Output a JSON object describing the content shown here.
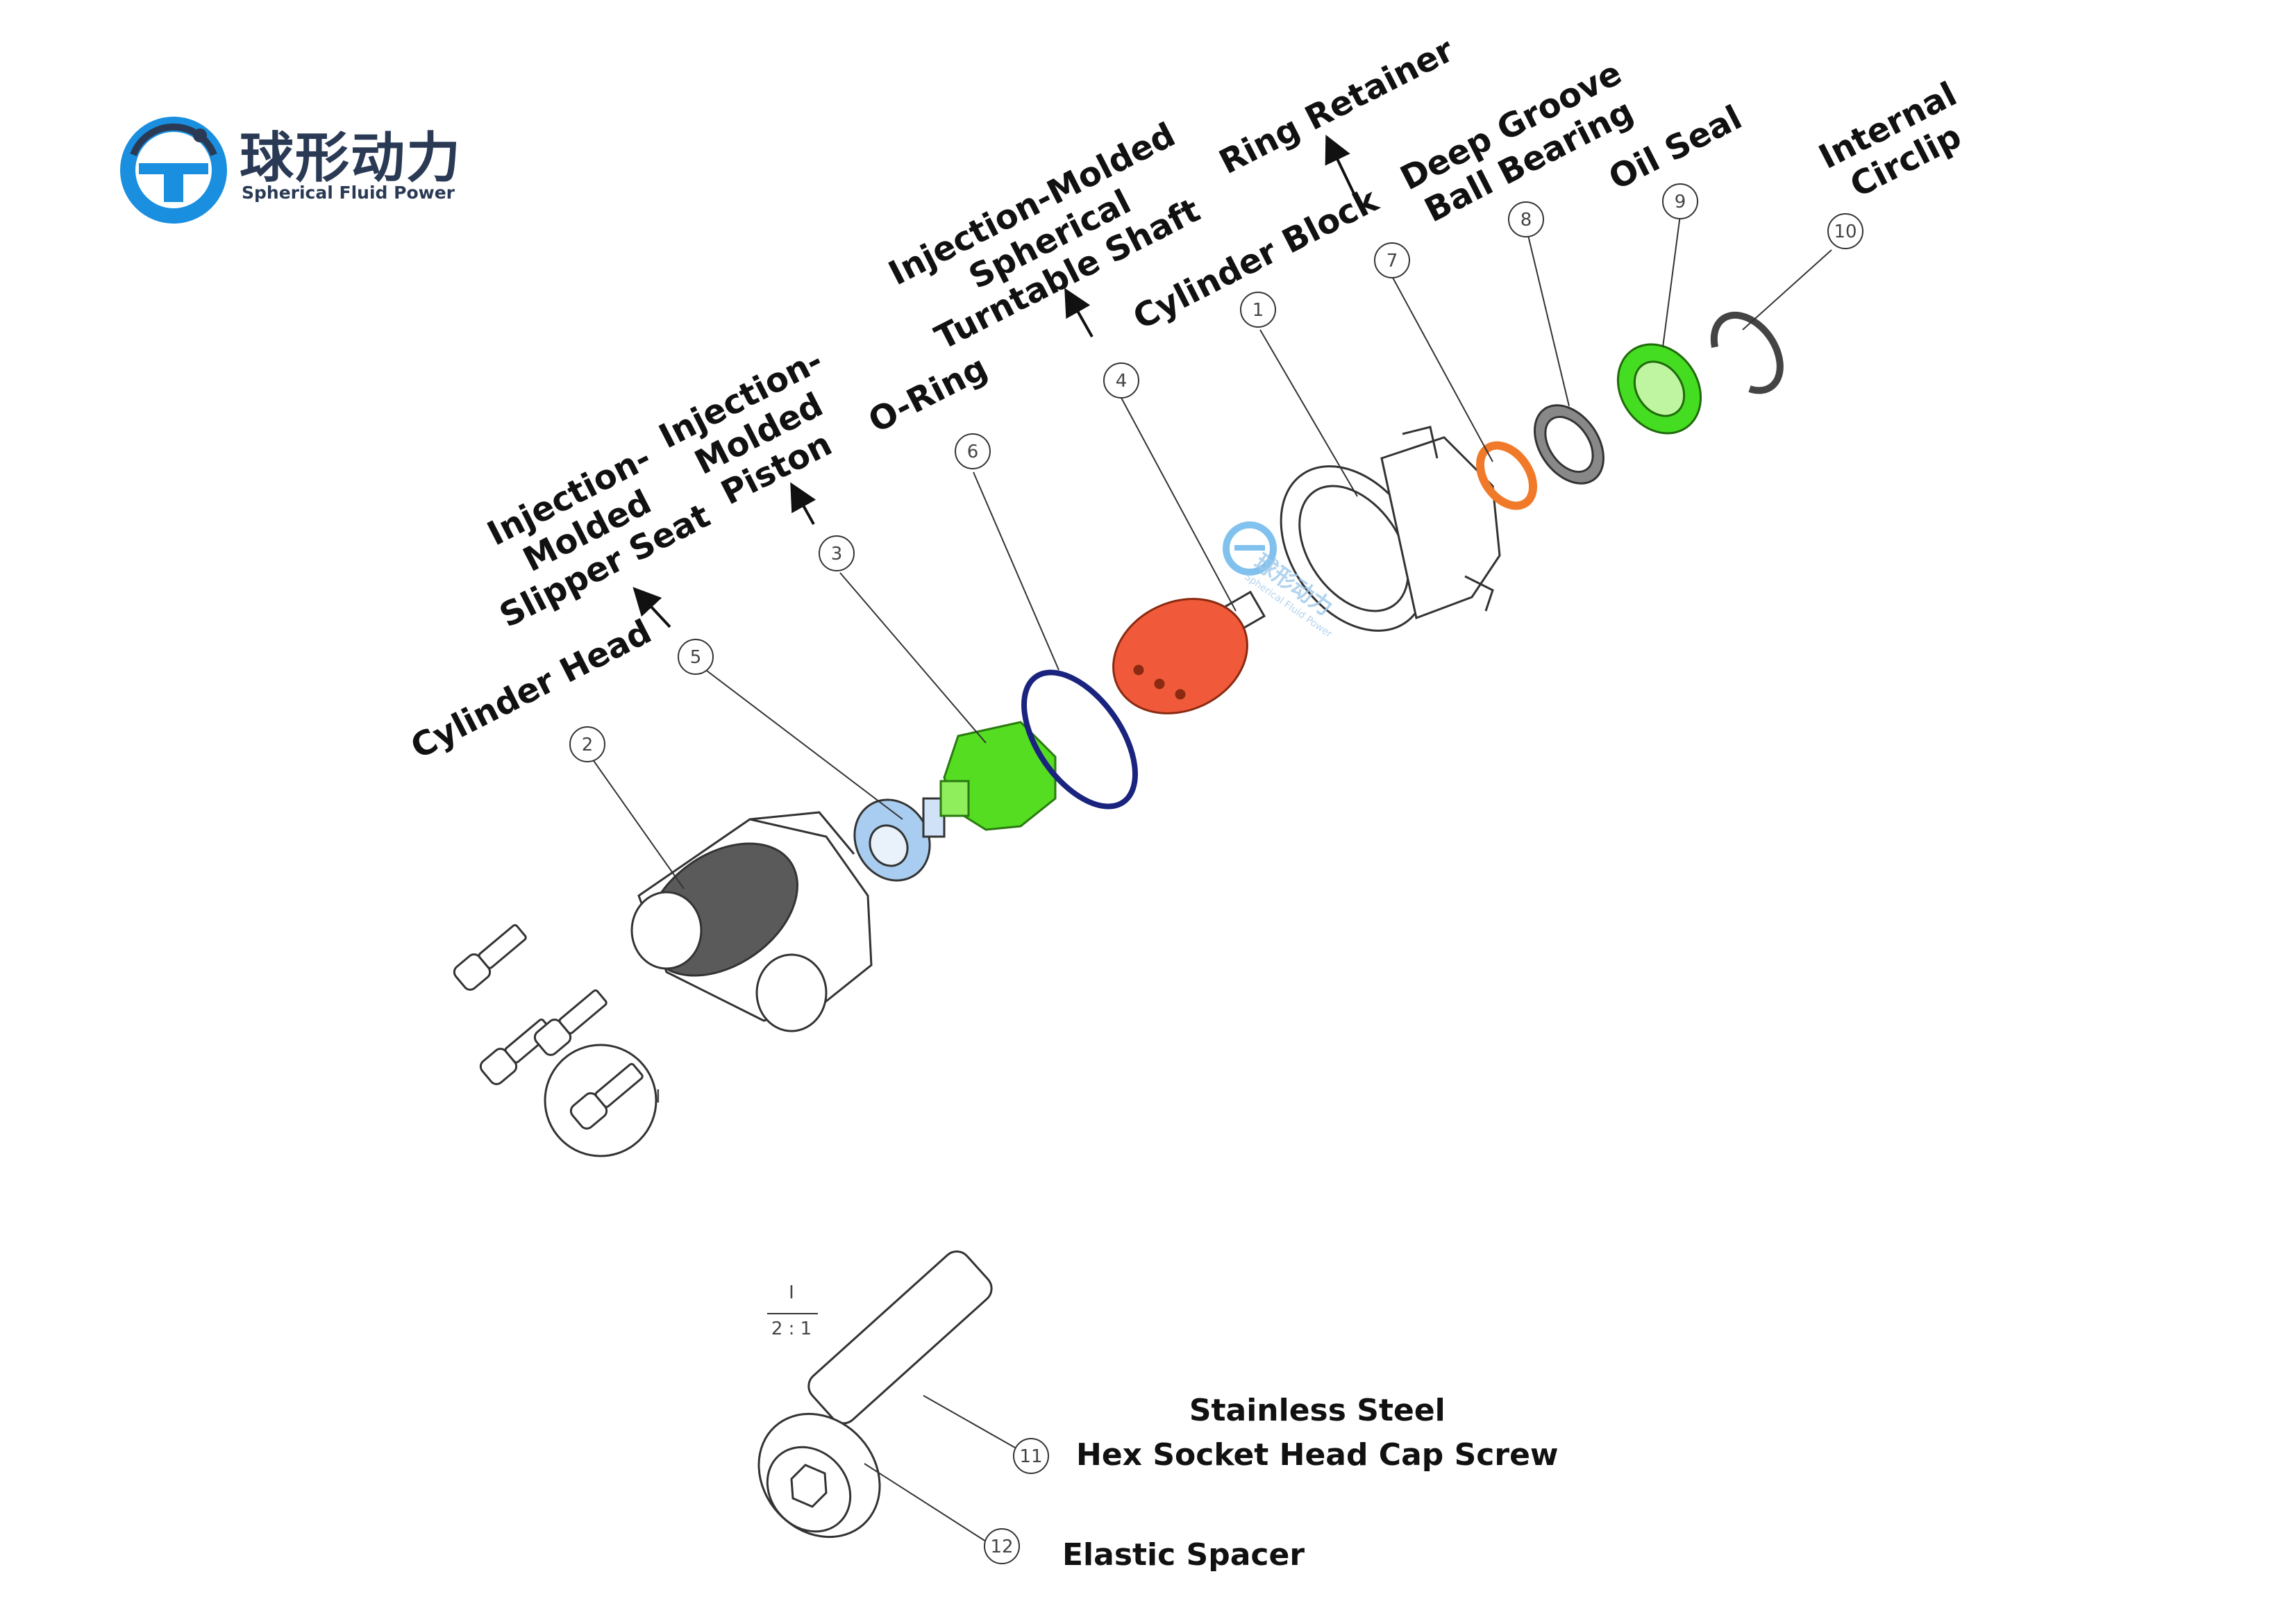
{
  "brand": {
    "name_cn": "球形动力",
    "name_en": "Spherical Fluid Power",
    "color": "#1a8fe0"
  },
  "watermark": {
    "name_cn": "球形动力",
    "name_en": "Spherical Fluid Power"
  },
  "parts": [
    {
      "no": "1",
      "label": "Cylinder Block"
    },
    {
      "no": "2",
      "label": "Cylinder Head"
    },
    {
      "no": "3",
      "label": "Injection-Molded Piston"
    },
    {
      "no": "4",
      "label": "Injection-Molded Spherical Turntable Shaft"
    },
    {
      "no": "5",
      "label": "Injection-Molded Slipper Seat"
    },
    {
      "no": "6",
      "label": "O-Ring"
    },
    {
      "no": "7",
      "label": "Ring Retainer"
    },
    {
      "no": "8",
      "label": "Deep Groove Ball Bearing"
    },
    {
      "no": "9",
      "label": "Oil Seal"
    },
    {
      "no": "10",
      "label": "Internal Circlip"
    },
    {
      "no": "11",
      "label": "Stainless Steel Hex Socket Head Cap Screw"
    },
    {
      "no": "12",
      "label": "Elastic Spacer"
    }
  ],
  "labels": {
    "cylinder_head": "Cylinder Head",
    "slipper_seat": [
      "Injection-",
      "Molded",
      "Slipper Seat"
    ],
    "piston": [
      "Injection-",
      "Molded",
      "Piston"
    ],
    "o_ring": "O-Ring",
    "shaft": [
      "Injection-Molded",
      "Spherical",
      "Turntable Shaft"
    ],
    "cylinder_block": "Cylinder Block",
    "ring_retainer": "Ring Retainer",
    "bearing": [
      "Deep Groove",
      "Ball Bearing"
    ],
    "oil_seal": "Oil Seal",
    "circlip": [
      "Internal",
      "Circlip"
    ],
    "screw": [
      "Stainless Steel",
      "Hex Socket Head Cap Screw"
    ],
    "spacer": "Elastic Spacer"
  },
  "detail_view": {
    "ref": "I",
    "scale_top": "I",
    "scale_bottom": "2 : 1",
    "balloon_11": "11",
    "balloon_12": "12"
  },
  "colors": {
    "piston": "#55dd22",
    "shaft": "#f05a3a",
    "slipper_seat": "#a9cdf0",
    "o_ring": "#1a237e",
    "ring_retainer": "#f07a2a",
    "oil_seal": "#44dd22",
    "line": "#333333"
  }
}
